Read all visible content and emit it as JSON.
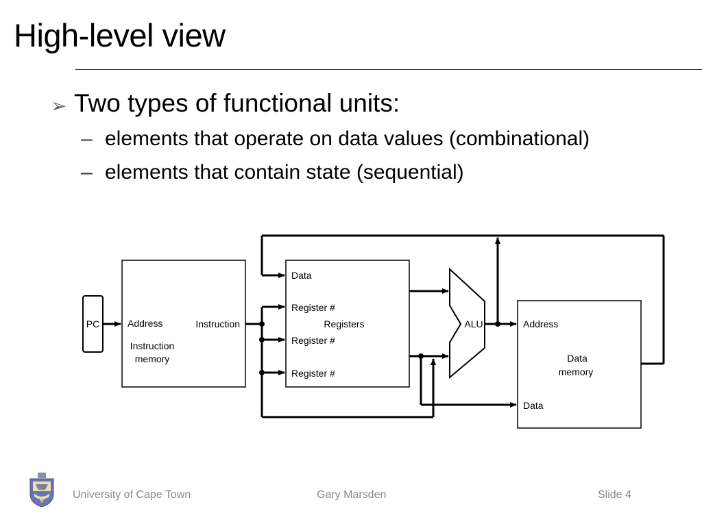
{
  "slide": {
    "title": "High-level view",
    "bullet": "Two types of functional units:",
    "sub_items": [
      "elements that operate on data values (combinational)",
      "elements that contain state (sequential)"
    ]
  },
  "diagram": {
    "pc": "PC",
    "imem_address": "Address",
    "imem_instruction": "Instruction",
    "imem_name_1": "Instruction",
    "imem_name_2": "memory",
    "reg_data": "Data",
    "reg_num_1": "Register #",
    "reg_name": "Registers",
    "reg_num_2": "Register #",
    "reg_num_3": "Register #",
    "alu": "ALU",
    "dmem_address": "Address",
    "dmem_name_1": "Data",
    "dmem_name_2": "memory",
    "dmem_data": "Data"
  },
  "footer": {
    "left": "University of Cape Town",
    "middle": "Gary Marsden",
    "right": "Slide 4"
  },
  "icons": {
    "bullet": "arrow-bullet-icon",
    "logo": "university-crest-icon"
  }
}
